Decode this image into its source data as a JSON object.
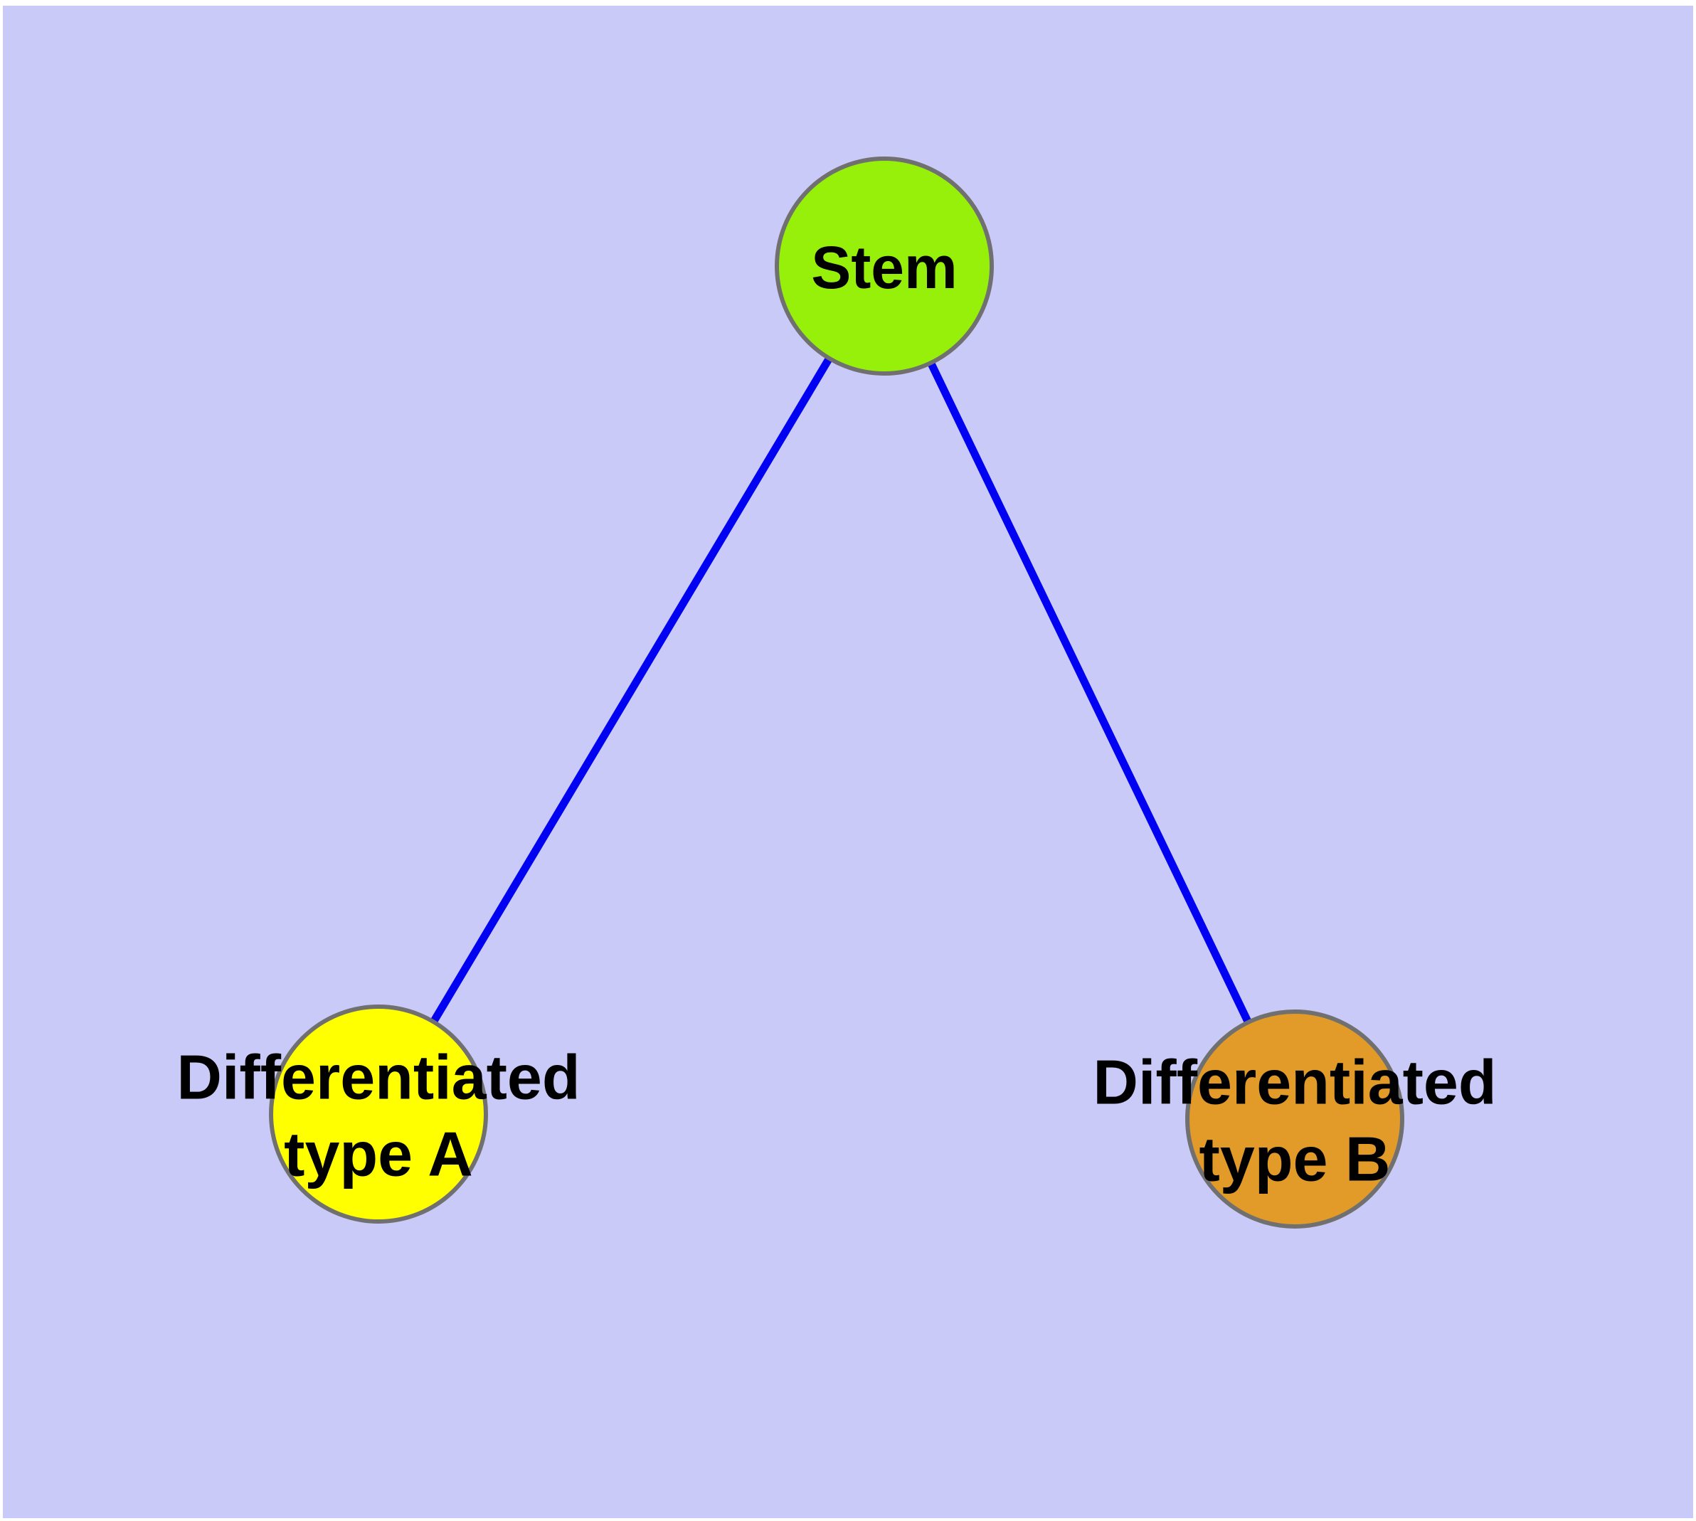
{
  "diagram": {
    "background_color": "#CACAF8",
    "page_color": "#FFFFFF",
    "edge_color": "#0202F2",
    "node_border_color": "#707070",
    "text_color": "#000000",
    "nodes": {
      "stem": {
        "label": "Stem",
        "fill": "#97F00A"
      },
      "type_a": {
        "label_line1": "Differentiated",
        "label_line2": "type A",
        "fill": "#FFFF00"
      },
      "type_b": {
        "label_line1": "Differentiated",
        "label_line2": "type B",
        "fill": "#E29A28"
      }
    },
    "edges": [
      {
        "from": "Stem",
        "to": "Differentiated type A"
      },
      {
        "from": "Stem",
        "to": "Differentiated type B"
      }
    ]
  }
}
